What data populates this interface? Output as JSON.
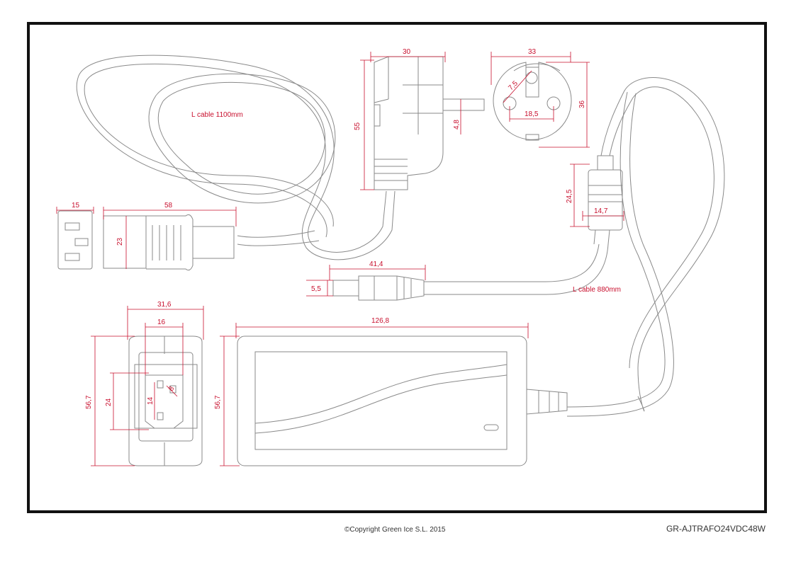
{
  "colors": {
    "frame": "#111111",
    "outline": "#8a8a8a",
    "dimension": "#c8102e",
    "footer_text": "#333333"
  },
  "labels": {
    "cable_main": "L cable 1100mm",
    "cable_dc": "L cable 880mm",
    "plug_width": "30",
    "plug_height": "55",
    "pin_diameter": "4,8",
    "socket_width": "33",
    "socket_height": "36",
    "socket_contact": "7,5",
    "socket_pin_spacing": "18,5",
    "iec_inlet_width": "15",
    "iec_plug_length": "58",
    "iec_plug_height": "23",
    "ferrite_length": "24,5",
    "ferrite_diameter": "14,7",
    "dc_jack_length": "41,4",
    "dc_jack_diameter": "5,5",
    "side_width": "31,6",
    "side_inlet_width": "16",
    "side_height": "56,7",
    "side_inlet_height": "24",
    "side_pin_spacing": "14",
    "side_pin_len": "8",
    "body_length": "126,8",
    "body_height": "56,7"
  },
  "footer": {
    "copyright": "©Copyright Green Ice S.L. 2015",
    "model_code": "GR-AJTRAFO24VDC48W"
  }
}
